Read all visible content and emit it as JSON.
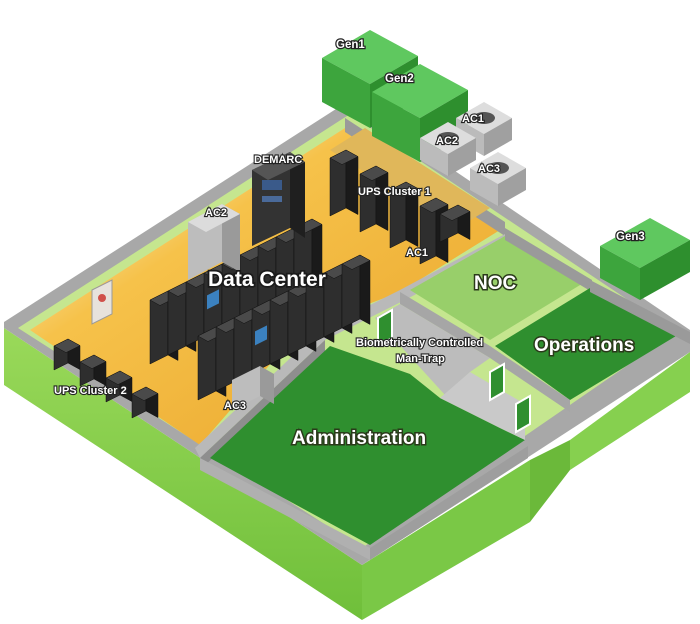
{
  "diagram": {
    "rooms": {
      "data_center": "Data Center",
      "noc": "NOC",
      "operations": "Operations",
      "administration": "Administration",
      "man_trap_line1": "Biometrically Controlled",
      "man_trap_line2": "Man-Trap"
    },
    "equipment": {
      "gen1": "Gen1",
      "gen2": "Gen2",
      "gen3": "Gen3",
      "ac1_outdoor": "AC1",
      "ac2_outdoor": "AC2",
      "ac3_outdoor": "AC3",
      "demarc": "DEMARC",
      "ups_cluster_1": "UPS Cluster 1",
      "ups_cluster_2": "UPS Cluster 2",
      "ac1_indoor": "AC1",
      "ac2_indoor": "AC2",
      "ac3_indoor": "AC3"
    },
    "colors": {
      "wall_outer": "#8fd14f",
      "wall_top": "#a7a7a7",
      "floor_green": "#2f8f2f",
      "floor_light": "#9cce6a",
      "floor_dc": "#f0b63a",
      "generator": "#3aa53a",
      "rack": "#2b2b2b"
    }
  }
}
